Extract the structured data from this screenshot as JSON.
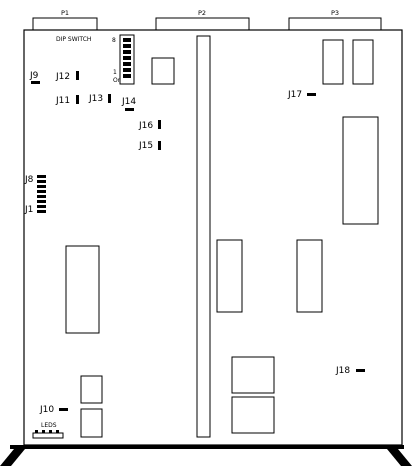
{
  "connectors": {
    "p1": "P1",
    "p2": "P2",
    "p3": "P3"
  },
  "dip_switch": {
    "label": "DIP SWITCH",
    "pos_high": "8",
    "pos_low": "1",
    "on_label": "On"
  },
  "jumpers": {
    "j1": "J1",
    "j8": "J8",
    "j9": "J9",
    "j10": "J10",
    "j11": "J11",
    "j12": "J12",
    "j13": "J13",
    "j14": "J14",
    "j15": "J15",
    "j16": "J16",
    "j17": "J17",
    "j18": "J18"
  },
  "leds": {
    "label": "LEDS"
  }
}
